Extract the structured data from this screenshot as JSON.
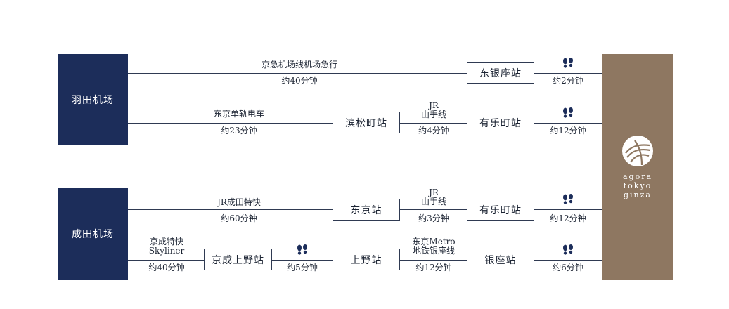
{
  "airports": {
    "haneda": "羽田机场",
    "narita": "成田机场"
  },
  "hotel": {
    "logo_lines": [
      "agora",
      "tokyo",
      "ginza"
    ]
  },
  "stations": {
    "higashi_ginza": "东银座站",
    "hamamatsucho": "滨松町站",
    "yurakucho_1": "有乐町站",
    "tokyo": "东京站",
    "yurakucho_2": "有乐町站",
    "keisei_ueno": "京成上野站",
    "ueno": "上野站",
    "ginza": "银座站"
  },
  "routes": {
    "r1": {
      "keikyu_line": "京急机场线机场急行",
      "keikyu_time": "约40分钟",
      "walk_time": "约2分钟"
    },
    "r2": {
      "monorail_line": "东京单轨电车",
      "monorail_time": "约23分钟",
      "jr_line_1": "JR",
      "jr_line_2": "山手线",
      "jr_time": "约4分钟",
      "walk_time": "约12分钟"
    },
    "r3": {
      "express_line": "JR成田特快",
      "express_time": "约60分钟",
      "jr_line_1": "JR",
      "jr_line_2": "山手线",
      "jr_time": "约3分钟",
      "walk_time": "约12分钟"
    },
    "r4": {
      "keisei_line_1": "京成特快",
      "keisei_line_2": "Skyliner",
      "keisei_time": "约40分钟",
      "walk1_time": "约5分钟",
      "metro_line_1": "东京Metro",
      "metro_line_2": "地铁银座线",
      "metro_time": "约12分钟",
      "walk2_time": "约6分钟"
    }
  },
  "colors": {
    "airport_bg": "#1c2d5a",
    "hotel_bg": "#8e7761",
    "line": "#2f3a52",
    "footprint": "#1c2d5a"
  },
  "icons": {
    "walk": "footprints-icon",
    "logo": "agora-logo-icon"
  }
}
